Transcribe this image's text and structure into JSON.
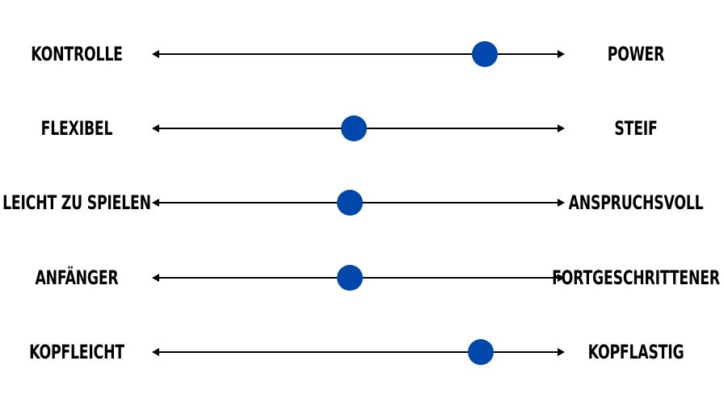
{
  "colors": {
    "knob": "#0047ab",
    "line": "#000000",
    "text": "#000000"
  },
  "sliders": [
    {
      "left_label": "KONTROLLE",
      "right_label": "POWER",
      "value": 0.81
    },
    {
      "left_label": "FLEXIBEL",
      "right_label": "STEIF",
      "value": 0.49
    },
    {
      "left_label": "LEICHT ZU SPIELEN",
      "right_label": "ANSPRUCHSVOLL",
      "value": 0.48
    },
    {
      "left_label": "ANFÄNGER",
      "right_label": "FORTGESCHRITTENER",
      "value": 0.48
    },
    {
      "left_label": "KOPFLEICHT",
      "right_label": "KOPFLASTIG",
      "value": 0.8
    }
  ]
}
